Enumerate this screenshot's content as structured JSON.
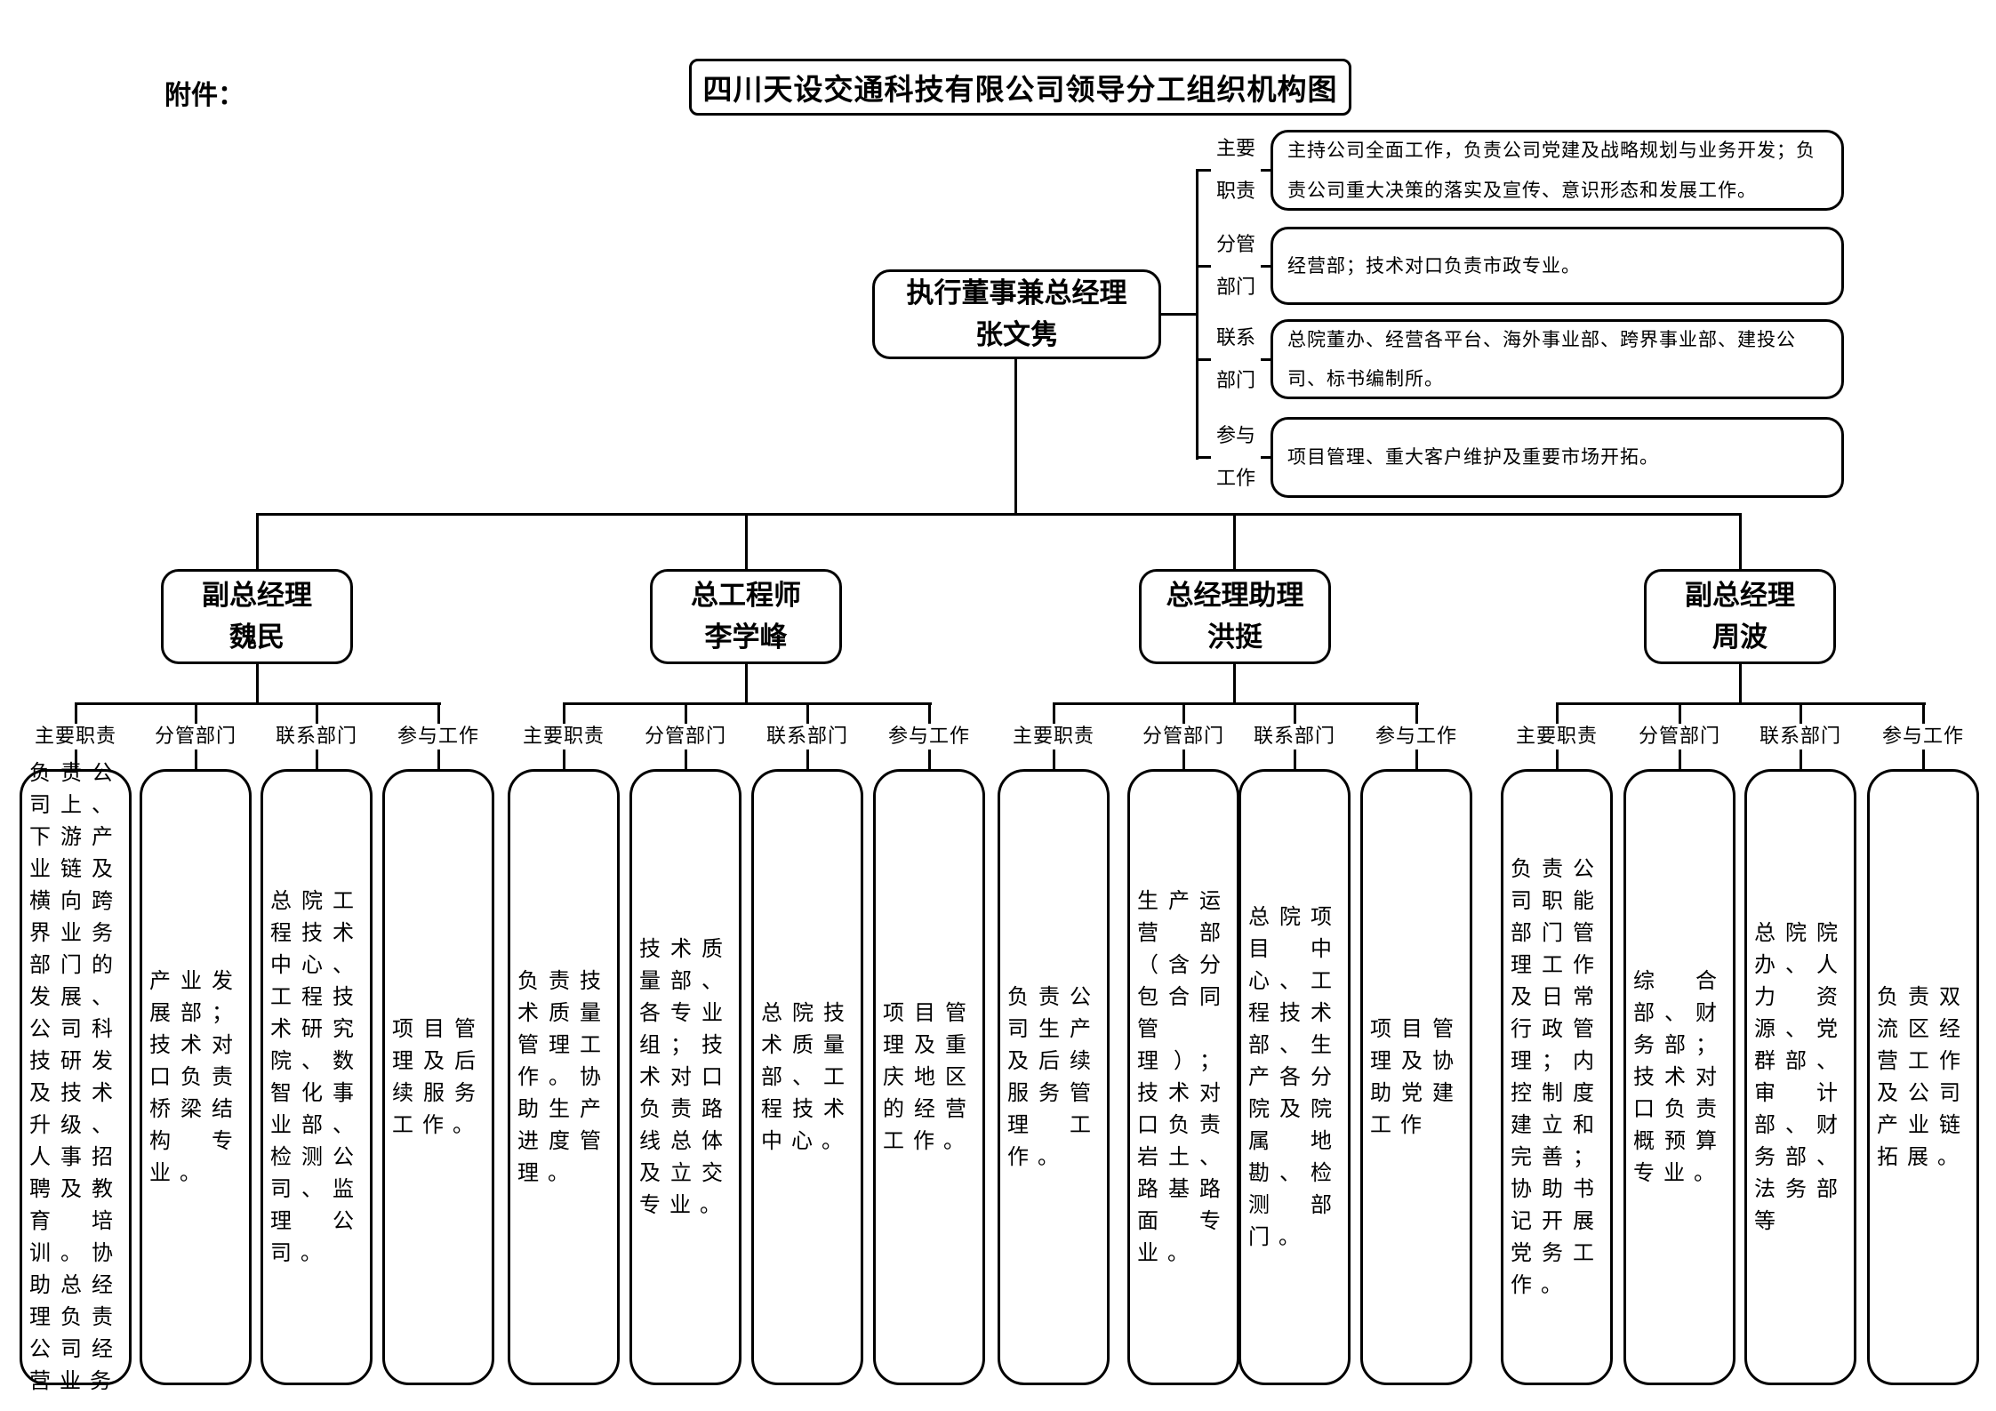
{
  "page": {
    "attachment_label": "附件：",
    "title": "四川天设交通科技有限公司领导分工组织机构图"
  },
  "colors": {
    "line": "#000000",
    "background": "#ffffff",
    "text": "#000000"
  },
  "ceo": {
    "title": "执行董事兼总经理",
    "name": "张文隽",
    "sections": [
      {
        "label_line1": "主要",
        "label_line2": "职责",
        "text": "主持公司全面工作，负责公司党建及战略规划与业务开发；负责公司重大决策的落实及宣传、意识形态和发展工作。"
      },
      {
        "label_line1": "分管",
        "label_line2": "部门",
        "text": "经营部；技术对口负责市政专业。"
      },
      {
        "label_line1": "联系",
        "label_line2": "部门",
        "text": "总院董办、经营各平台、海外事业部、跨界事业部、建投公司、标书编制所。"
      },
      {
        "label_line1": "参与",
        "label_line2": "工作",
        "text": "项目管理、重大客户维护及重要市场开拓。"
      }
    ]
  },
  "leaders": [
    {
      "title": "副总经理",
      "name": "魏民",
      "columns": [
        {
          "label": "主要职责",
          "text": "负责公司上、下游产业链及横向跨界业务部门的发展、公司科技研发及技术升级、人事招聘及教育培训。协助总经理负责公司经营业务"
        },
        {
          "label": "分管部门",
          "text": "产业发展部；技术对口负责桥梁结构专业。"
        },
        {
          "label": "联系部门",
          "text": "总院工程技术中心、工程技术研究院、数智化事业部、检测公司、监理公司。"
        },
        {
          "label": "参与工作",
          "text": "项目管理及后续服务工作。"
        }
      ]
    },
    {
      "title": "总工程师",
      "name": "李学峰",
      "columns": [
        {
          "label": "主要职责",
          "text": "负责技术质量管理工作。协助生产进度管理。"
        },
        {
          "label": "分管部门",
          "text": "技术质量部、各专业组；技术对口负责路线总体及立交专业。"
        },
        {
          "label": "联系部门",
          "text": "总院技术质量部、工程技术中心。"
        },
        {
          "label": "参与工作",
          "text": "项目管理及重庆地区的经营工作。"
        }
      ]
    },
    {
      "title": "总经理助理",
      "name": "洪挺",
      "columns": [
        {
          "label": "主要职责",
          "text": "负责公司生产及后续服务管理工作。"
        },
        {
          "label": "分管部门",
          "text": "生产运营部（含分包合同管理）；技术对口负责岩土、路基路面专业。"
        },
        {
          "label": "联系部门",
          "text": "总院项目中心、工程技术部、生产各分院及院属地勘、检测部门。"
        },
        {
          "label": "参与工作",
          "text": "项目管理及协助党建工作"
        }
      ]
    },
    {
      "title": "副总经理",
      "name": "周波",
      "columns": [
        {
          "label": "主要职责",
          "text": "负责公司职能部门管理工作及日常行政管理；内控制度建立和完善；协助书记开展党务工作。"
        },
        {
          "label": "分管部门",
          "text": "综合部、财务部；技术对口负责概预算专业。"
        },
        {
          "label": "联系部门",
          "text": "总院院办、人力资源、党群部、审计部、财务部、法务部等"
        },
        {
          "label": "参与工作",
          "text": "负责双流区经营工作及公司产业链拓展。"
        }
      ]
    }
  ]
}
